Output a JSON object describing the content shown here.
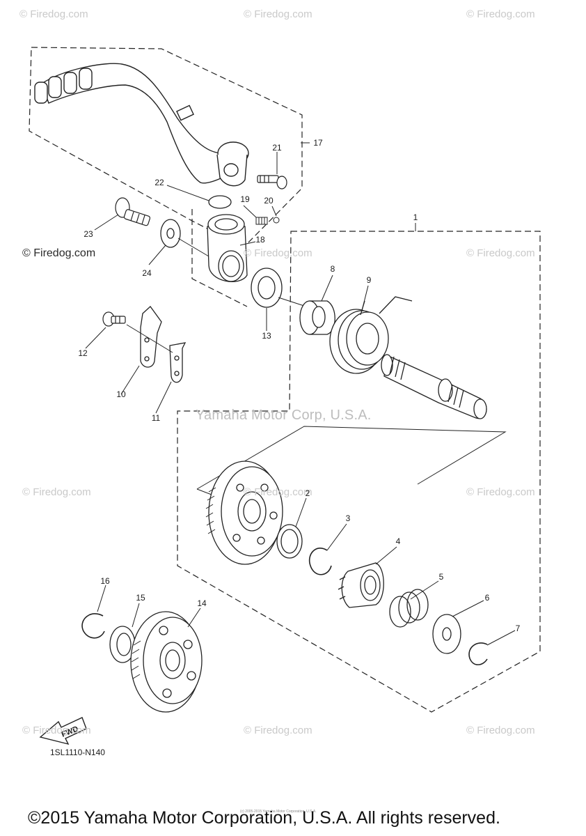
{
  "watermark": {
    "text": "© Firedog.com",
    "brand_text": "© Firedog.com"
  },
  "corp_watermark": "Yamaha Motor Corp, U.S.A.",
  "part_labels": {
    "p1": "1",
    "p2": "2",
    "p3": "3",
    "p4": "4",
    "p5": "5",
    "p6": "6",
    "p7": "7",
    "p8": "8",
    "p9": "9",
    "p10": "10",
    "p11": "11",
    "p12": "12",
    "p13": "13",
    "p14": "14",
    "p15": "15",
    "p16": "16",
    "p17": "17",
    "p18": "18",
    "p19": "19",
    "p20": "20",
    "p21": "21",
    "p22": "22",
    "p23": "23",
    "p24": "24"
  },
  "fwd_label": "FWD",
  "diagram_code": "1SL1110-N140",
  "tiny_notice": "(c) 2005-2015 Yamaha Motor Corporation, U.S.A.",
  "copyright": "©2015 Yamaha Motor Corporation, U.S.A. All rights reserved."
}
